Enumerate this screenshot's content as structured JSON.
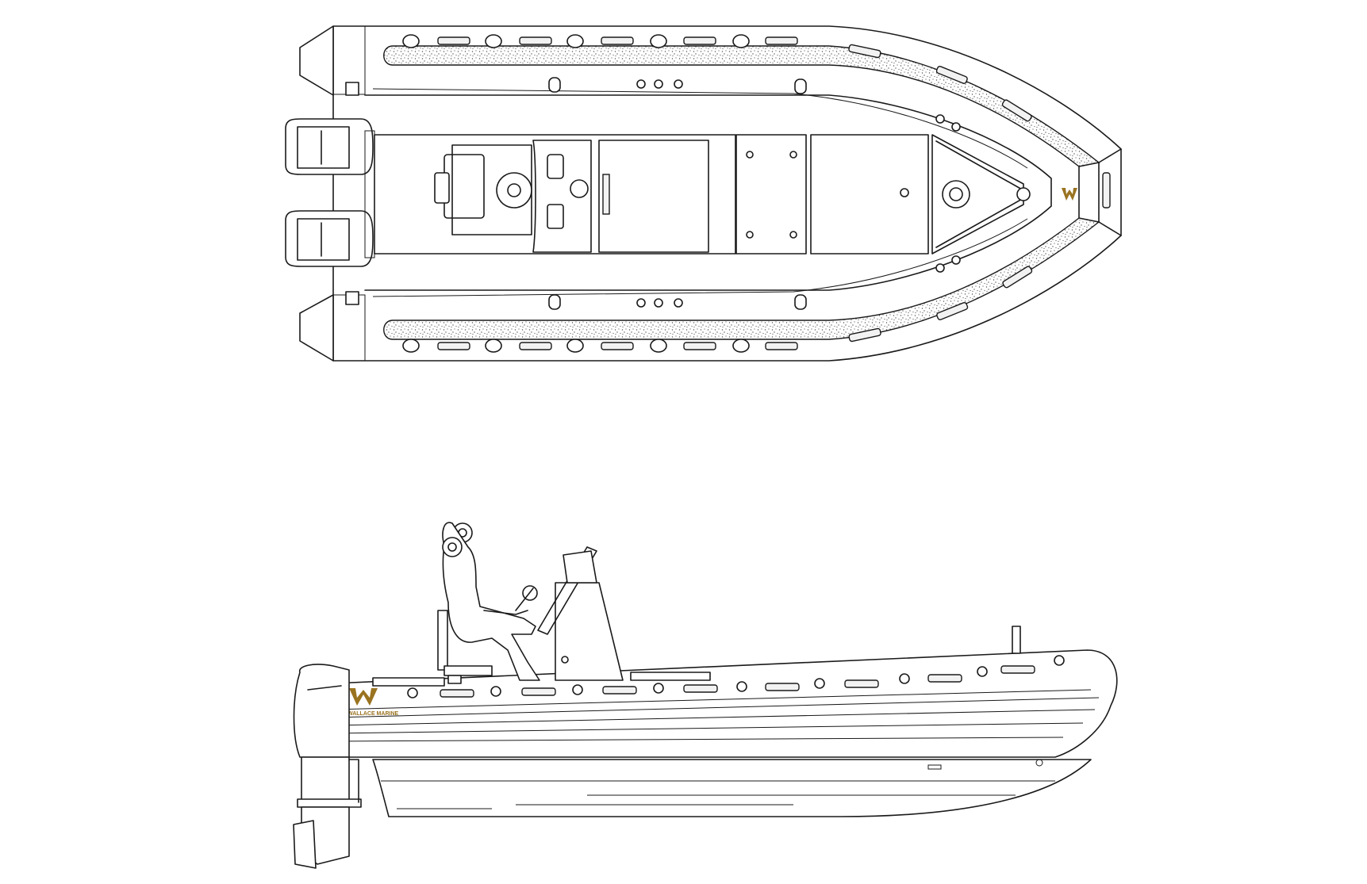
{
  "drawing": {
    "logo": {
      "text": "WALLACE MARINE",
      "color": "#9a7320"
    },
    "views": [
      "plan-view",
      "side-view"
    ],
    "colors": {
      "line": "#1a1a1a",
      "background": "#ffffff",
      "speckle": "#555555"
    }
  }
}
